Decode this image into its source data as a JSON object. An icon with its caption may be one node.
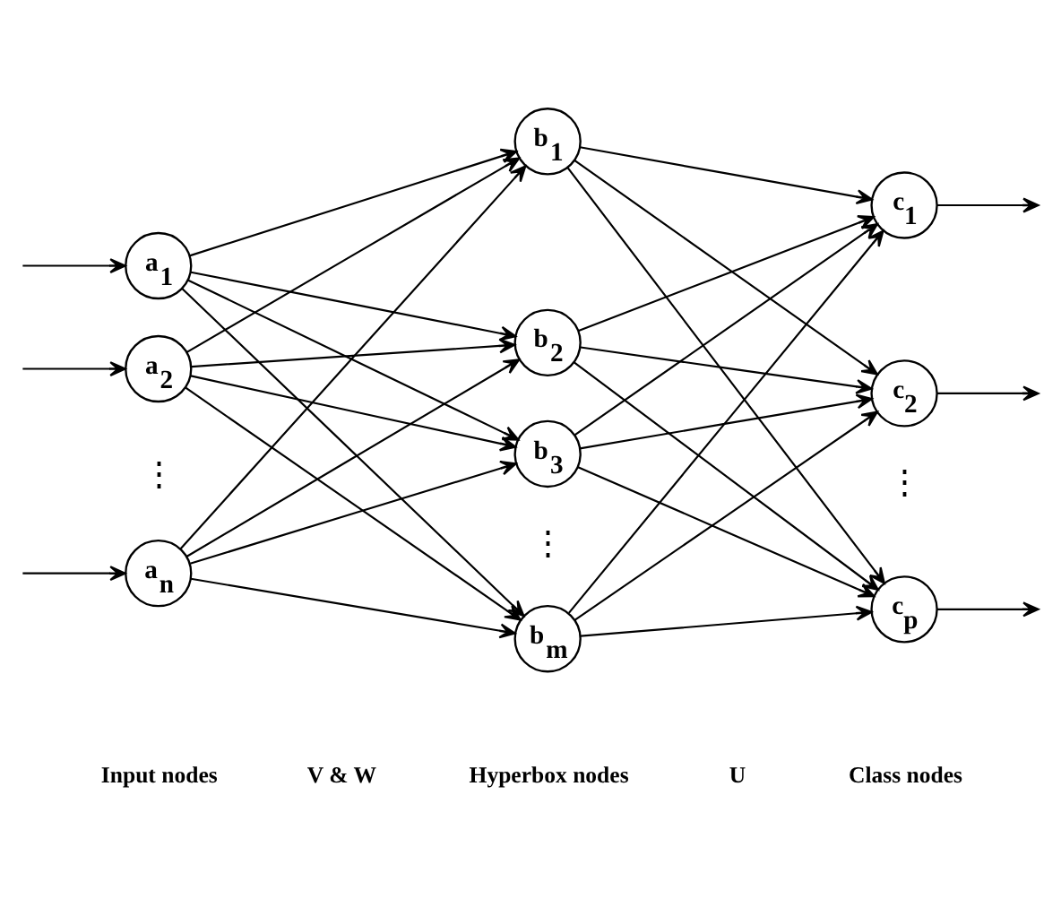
{
  "diagram": {
    "nodes": [
      {
        "text": [
          "a$_{1}$"
        ]
      },
      {
        "text": [
          "a$_{2}$"
        ]
      },
      {
        "text": [
          "a$_{n}$"
        ]
      },
      {
        "text": [
          "b$_{1}$"
        ]
      },
      {
        "text": [
          "b$_{2}$"
        ]
      },
      {
        "text": [
          "b$_{3}$"
        ]
      },
      {
        "text": [
          "b$_{m}$"
        ]
      },
      {
        "text": [
          "c$_{1}$"
        ]
      },
      {
        "text": [
          "c$_{2}$"
        ]
      },
      {
        "text": [
          "c$_{p}$"
        ]
      }
    ],
    "edges": [
      {
        "from": null,
        "to": 0,
        "arrow": "to"
      },
      {
        "from": null,
        "to": 1,
        "arrow": "to"
      },
      {
        "from": null,
        "to": 2,
        "arrow": "to"
      },
      {
        "from": 0,
        "to": 3,
        "arrow": "to"
      },
      {
        "from": 0,
        "to": 4,
        "arrow": "to"
      },
      {
        "from": 0,
        "to": 5,
        "arrow": "to"
      },
      {
        "from": 0,
        "to": 6,
        "arrow": "to"
      },
      {
        "from": 1,
        "to": 3,
        "arrow": "to"
      },
      {
        "from": 1,
        "to": 4,
        "arrow": "to"
      },
      {
        "from": 1,
        "to": 5,
        "arrow": "to"
      },
      {
        "from": 1,
        "to": 6,
        "arrow": "to"
      },
      {
        "from": 2,
        "to": 3,
        "arrow": "to"
      },
      {
        "from": 2,
        "to": 4,
        "arrow": "to"
      },
      {
        "from": 2,
        "to": 5,
        "arrow": "to"
      },
      {
        "from": 2,
        "to": 6,
        "arrow": "to"
      },
      {
        "from": 3,
        "to": 7,
        "arrow": "to"
      },
      {
        "from": 3,
        "to": 8,
        "arrow": "to"
      },
      {
        "from": 3,
        "to": 9,
        "arrow": "to"
      },
      {
        "from": 4,
        "to": 7,
        "arrow": "to"
      },
      {
        "from": 4,
        "to": 8,
        "arrow": "to"
      },
      {
        "from": 4,
        "to": 9,
        "arrow": "to"
      },
      {
        "from": 5,
        "to": 7,
        "arrow": "to"
      },
      {
        "from": 5,
        "to": 8,
        "arrow": "to"
      },
      {
        "from": 5,
        "to": 9,
        "arrow": "to"
      },
      {
        "from": 6,
        "to": 7,
        "arrow": "to"
      },
      {
        "from": 6,
        "to": 8,
        "arrow": "to"
      },
      {
        "from": 6,
        "to": 9,
        "arrow": "to"
      },
      {
        "from": 7,
        "to": null,
        "arrow": "to"
      },
      {
        "from": 8,
        "to": null,
        "arrow": "to"
      },
      {
        "from": 9,
        "to": null,
        "arrow": "to"
      }
    ],
    "labels": [
      "⋮",
      "⋮",
      "⋮",
      "V & W",
      "U",
      "Input nodes",
      "Hyperbox nodes",
      "Class nodes"
    ]
  }
}
